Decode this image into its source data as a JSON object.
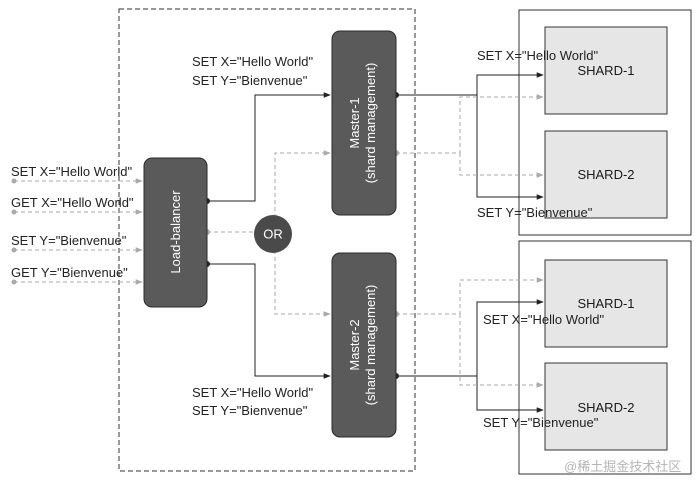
{
  "load_balancer": {
    "label": "Load-balancer"
  },
  "or_node": {
    "label": "OR"
  },
  "master1": {
    "line1": "Master-1",
    "line2": "(shard management)"
  },
  "master2": {
    "line1": "Master-2",
    "line2": "(shard management)"
  },
  "inputs": [
    "SET X=\"Hello World\"",
    "GET X=\"Hello World\"",
    "SET Y=\"Bienvenue\"",
    "GET Y=\"Bienvenue\""
  ],
  "master1_notes": [
    "SET X=\"Hello World\"",
    "SET Y=\"Bienvenue\""
  ],
  "master2_notes": [
    "SET X=\"Hello World\"",
    "SET Y=\"Bienvenue\""
  ],
  "group1": {
    "shards": [
      "SHARD-1",
      "SHARD-2"
    ],
    "note_top": "SET X=\"Hello World\"",
    "note_bottom": "SET Y=\"Bienvenue\""
  },
  "group2": {
    "shards": [
      "SHARD-1",
      "SHARD-2"
    ],
    "note_top": "SET X=\"Hello World\"",
    "note_bottom": "SET Y=\"Bienvenue\""
  },
  "watermark": "@稀土掘金技术社区",
  "colors": {
    "node_fill": "#5a5a5a",
    "shard_fill": "#e6e6e6",
    "line_solid": "#222222",
    "line_dashed": "#aaaaaa"
  }
}
